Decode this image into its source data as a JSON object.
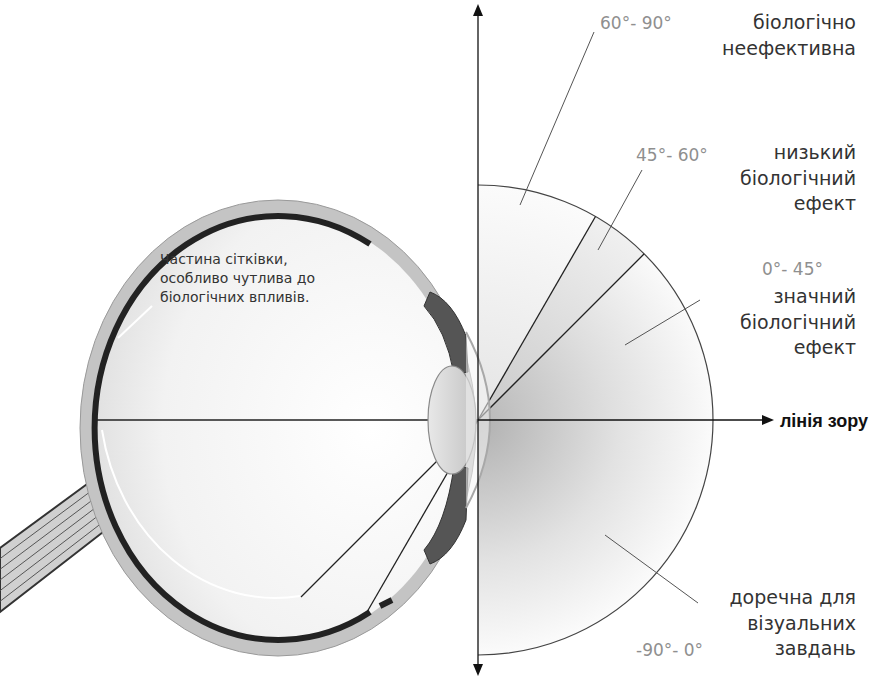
{
  "diagram": {
    "labels": [
      "60°- 90°",
      "біологічно неефективна",
      "45°- 60°",
      "низький біологічний ефект",
      "0°- 45°",
      "значний біологічний ефект",
      "лінія зору",
      "Частина сітківки, особливо чутлива до біологічних впливів.",
      "доречна для візуальних завдань",
      "-90°- 0°"
    ]
  }
}
